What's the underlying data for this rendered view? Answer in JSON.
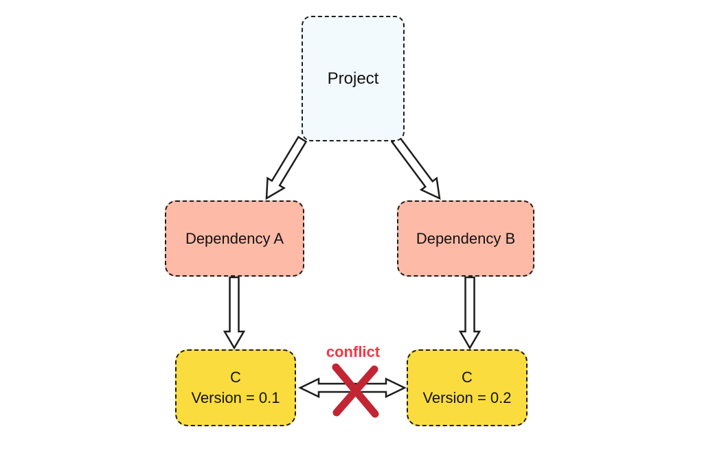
{
  "diagram": {
    "nodes": {
      "project": {
        "label": "Project",
        "fill": "#f2fafd"
      },
      "dependency_a": {
        "label": "Dependency A",
        "fill": "#fdbaa7"
      },
      "dependency_b": {
        "label": "Dependency B",
        "fill": "#fdbaa7"
      },
      "c_v01": {
        "title": "C",
        "subtitle": "Version = 0.1",
        "fill": "#fbdc3e"
      },
      "c_v02": {
        "title": "C",
        "subtitle": "Version = 0.2",
        "fill": "#fbdc3e"
      }
    },
    "edges": [
      {
        "from": "Project",
        "to": "Dependency A"
      },
      {
        "from": "Project",
        "to": "Dependency B"
      },
      {
        "from": "Dependency A",
        "to": "C Version = 0.1"
      },
      {
        "from": "Dependency B",
        "to": "C Version = 0.2"
      },
      {
        "from": "C Version = 0.1",
        "to": "C Version = 0.2",
        "type": "conflict",
        "blocked": true
      }
    ],
    "conflict": {
      "label": "conflict",
      "label_color": "#fb3344",
      "x_color": "#c22533"
    },
    "colors": {
      "outline": "#1c1c1c",
      "arrow_fill": "#ffffff",
      "background": "#ffffff"
    }
  }
}
